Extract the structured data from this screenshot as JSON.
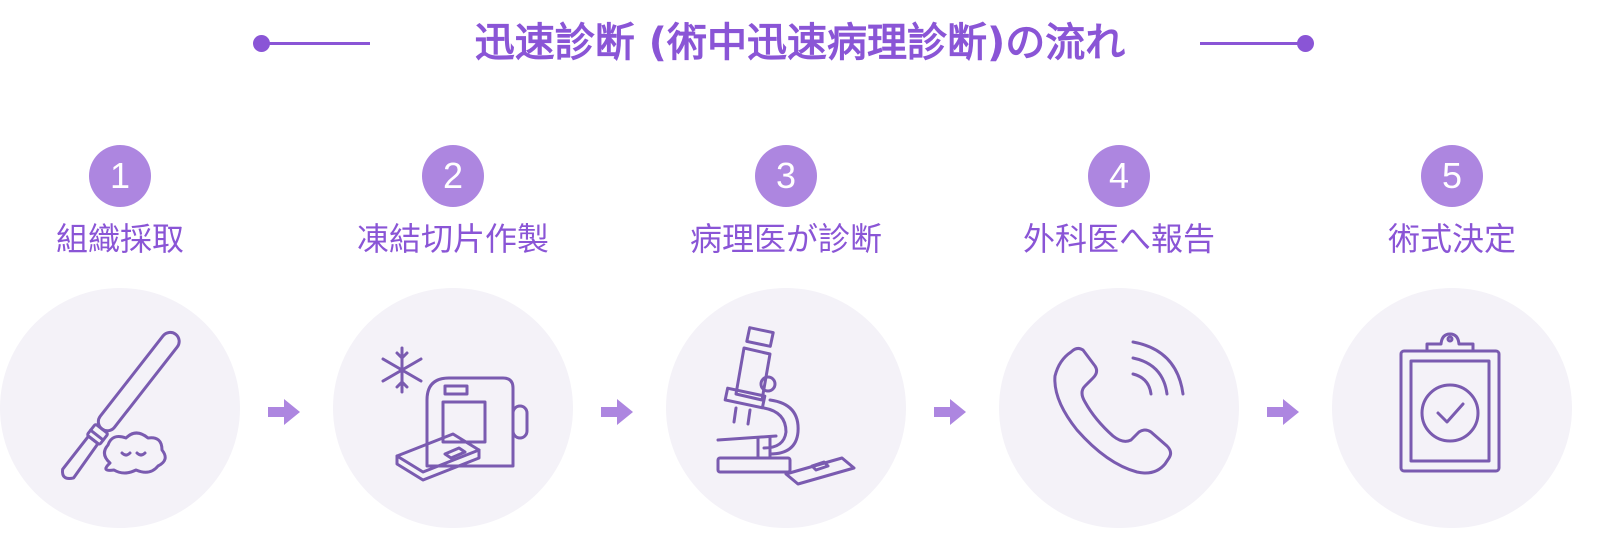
{
  "title": "迅速診断 (術中迅速病理診断)の流れ",
  "colors": {
    "accent": "#8a55d6",
    "badge": "#ad86e0",
    "circle_bg": "#f4f2f8",
    "icon_stroke": "#7a5bb0"
  },
  "steps": [
    {
      "number": "1",
      "label": "組織採取",
      "icon": "scalpel-tissue-icon"
    },
    {
      "number": "2",
      "label": "凍結切片作製",
      "icon": "cryostat-snowflake-icon"
    },
    {
      "number": "3",
      "label": "病理医が診断",
      "icon": "microscope-icon"
    },
    {
      "number": "4",
      "label": "外科医へ報告",
      "icon": "phone-icon"
    },
    {
      "number": "5",
      "label": "術式決定",
      "icon": "clipboard-check-icon"
    }
  ]
}
